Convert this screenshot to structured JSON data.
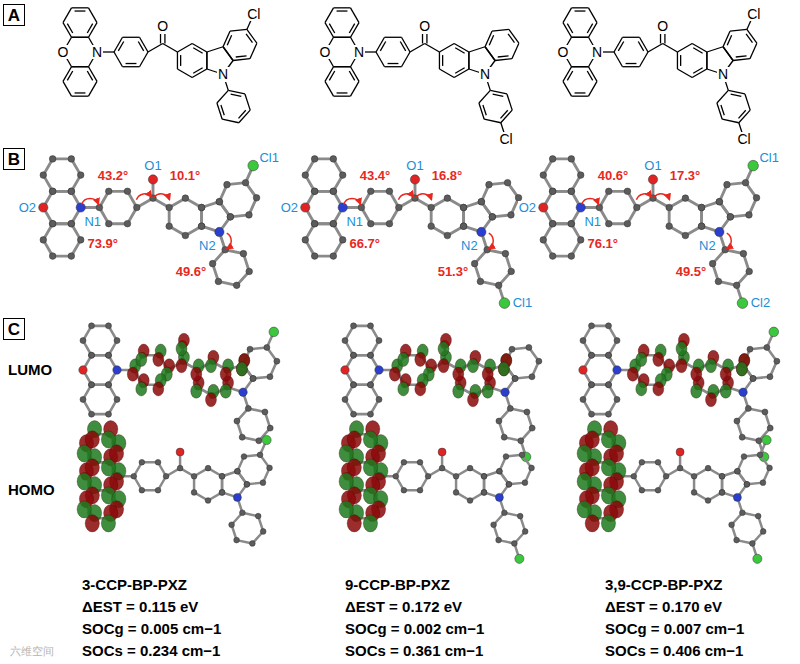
{
  "diagram": {
    "nodes": [
      {
        "text": [
          "A"
        ]
      },
      {
        "text": [
          "B"
        ]
      },
      {
        "text": [
          "C"
        ]
      }
    ],
    "labels": [
      "O",
      "N",
      "O",
      "Cl",
      "N",
      "O",
      "N",
      "O",
      "N",
      "Cl",
      "O",
      "N",
      "O",
      "Cl",
      "N",
      "Cl",
      "43.2°",
      "10.1°",
      "O1",
      "Cl1",
      "O2",
      "N1",
      "73.9°",
      "N2",
      "49.6°",
      "43.4°",
      "16.8°",
      "O1",
      "Cl1",
      "O2",
      "N1",
      "66.7°",
      "N2",
      "51.3°",
      "40.6°",
      "17.3°",
      "O1",
      "Cl1",
      "O2",
      "N1",
      "76.1°",
      "N2",
      "49.5°",
      "Cl2",
      "LUMO",
      "HOMO",
      "3-CCP-BP-PXZ",
      "ΔEST = 0.115 eV",
      "SOCg = 0.005 cm−1",
      "SOCs = 0.234 cm−1",
      "9-CCP-BP-PXZ",
      "ΔEST = 0.172 eV",
      "SOCg = 0.002 cm−1",
      "SOCs = 0.361 cm−1",
      "3,9-CCP-BP-PXZ",
      "ΔEST = 0.170 eV",
      "SOCg = 0.007 cm−1",
      "SOCs = 0.406 cm−1",
      "六维空间"
    ]
  }
}
